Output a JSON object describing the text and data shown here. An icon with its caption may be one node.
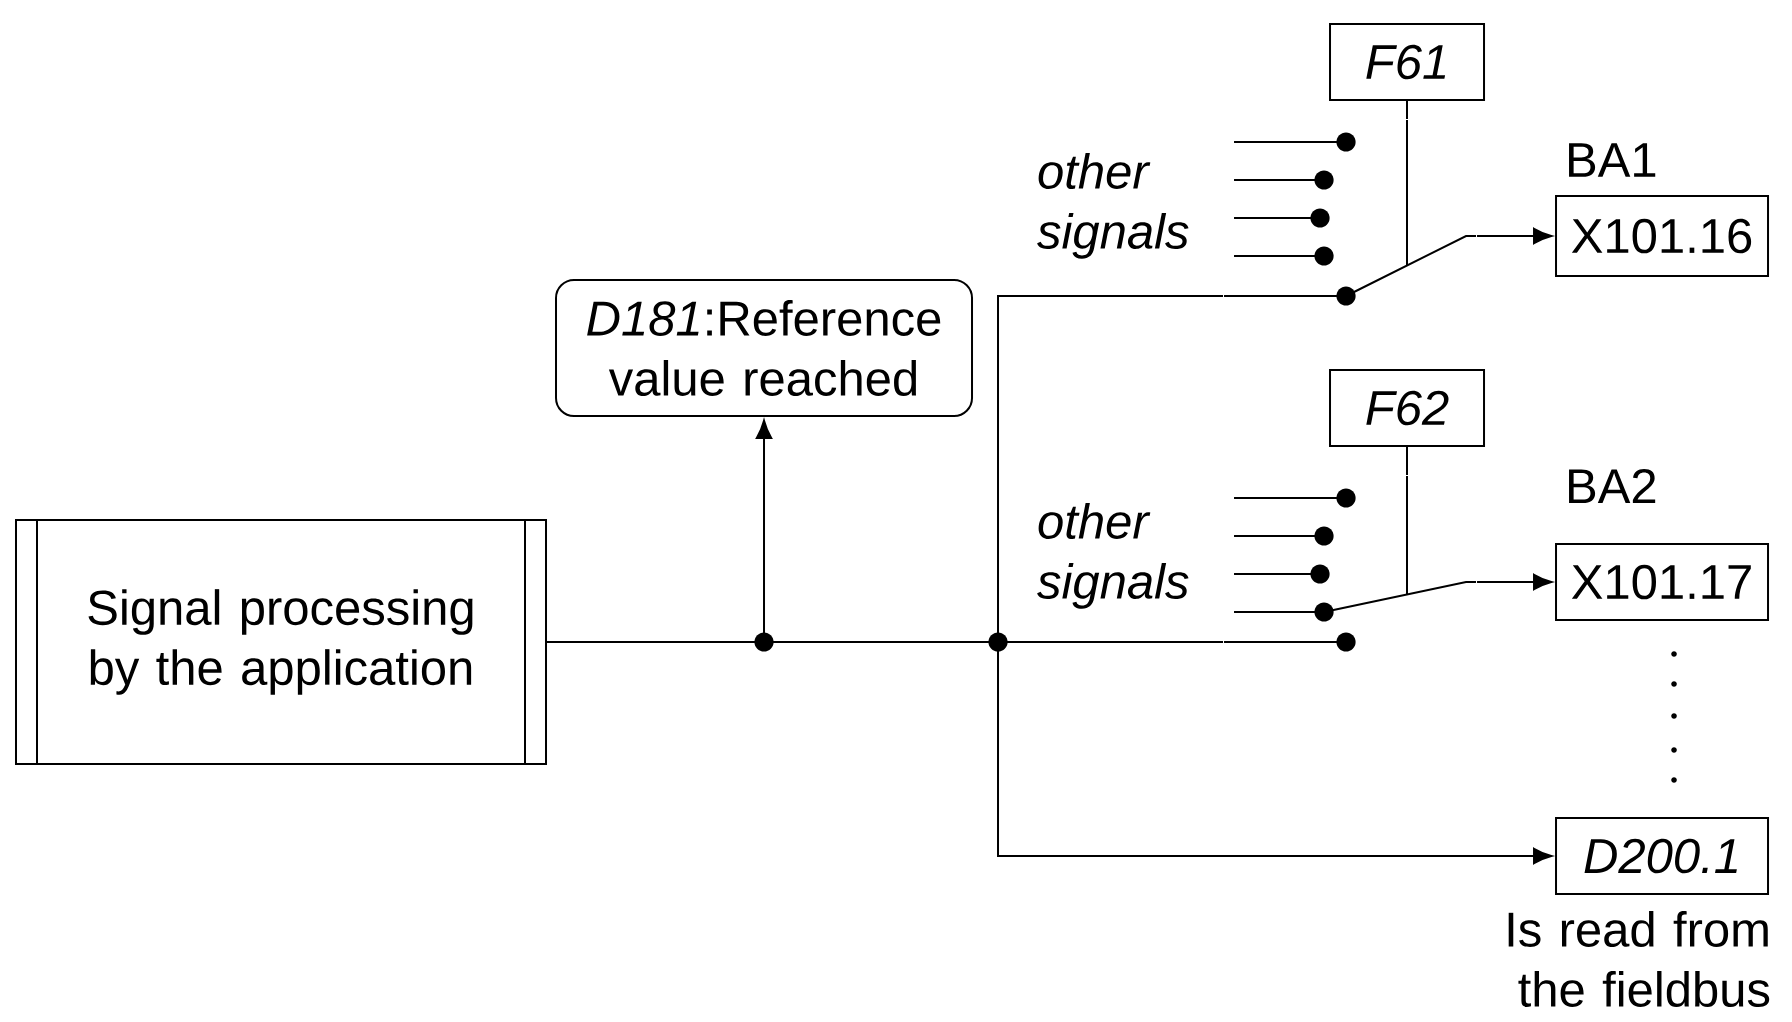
{
  "diagram": {
    "nodes": [
      {
        "text": [
          "Signal processing by the application"
        ]
      },
      {
        "text": [
          "*D181*:Reference value reached"
        ]
      },
      {
        "text": [
          "F61"
        ]
      },
      {
        "text": [
          "X101.16"
        ],
        "beside": [
          "BA1"
        ]
      },
      {
        "text": [
          "F62"
        ]
      },
      {
        "text": [
          "X101.17"
        ],
        "beside": [
          "BA2"
        ]
      },
      {
        "text": [
          "D200.1"
        ],
        "beside": [
          "Is read from the fieldbus"
        ]
      },
      {
        "text": [],
        "shape": "switch"
      },
      {
        "text": [],
        "shape": "switch"
      }
    ],
    "edges": [
      {
        "from": 0,
        "to": 1,
        "arrow": "to"
      },
      {
        "from": 0,
        "to": 7,
        "arrow": "none"
      },
      {
        "from": 7,
        "to": 3,
        "arrow": "to"
      },
      {
        "from": 0,
        "to": 8,
        "arrow": "none"
      },
      {
        "from": 8,
        "to": 5,
        "arrow": "to"
      },
      {
        "from": 0,
        "to": 6,
        "arrow": "to"
      },
      {
        "from": 2,
        "to": 7,
        "arrow": "none"
      },
      {
        "from": 4,
        "to": 8,
        "arrow": "none"
      }
    ],
    "labels": [
      "other signals",
      "other signals"
    ]
  }
}
